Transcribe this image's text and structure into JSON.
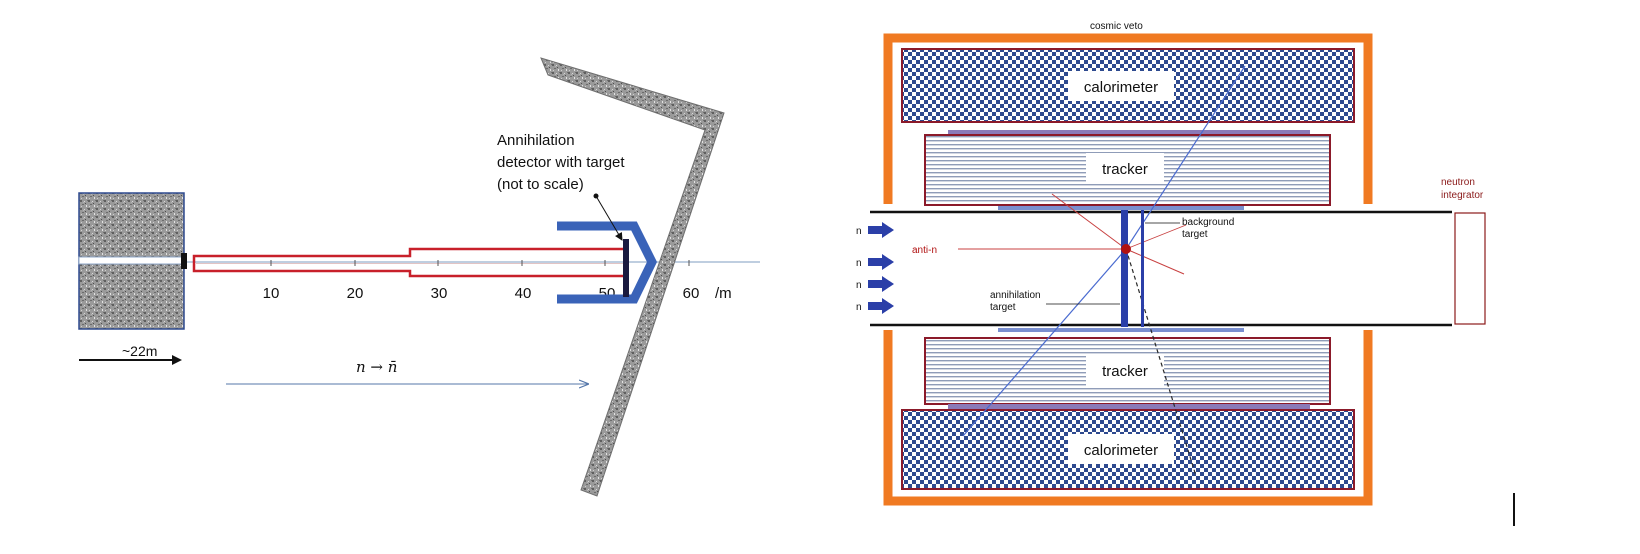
{
  "left_panel": {
    "detector_label": {
      "line1": "Annihilation",
      "line2": "detector with target",
      "line3": "(not to scale)"
    },
    "axis": {
      "ticks": [
        "10",
        "20",
        "30",
        "40",
        "50",
        "60"
      ],
      "unit": "/m"
    },
    "distance_label": "~22m",
    "process_label": "n → n̄"
  },
  "right_panel": {
    "cosmic_veto": "cosmic veto",
    "calorimeter_top": "calorimeter",
    "calorimeter_bottom": "calorimeter",
    "tracker_top": "tracker",
    "tracker_bottom": "tracker",
    "neutron_integrator": {
      "line1": "neutron",
      "line2": "integrator"
    },
    "background_target": {
      "line1": "background",
      "line2": "target"
    },
    "annihilation_target": {
      "line1": "annihilation",
      "line2": "target"
    },
    "anti_n": "anti-n",
    "beam_labels": [
      "n",
      "n",
      "n",
      "n"
    ]
  },
  "colors": {
    "guide_red": "#c8202a",
    "detector_blue": "#3a63b8",
    "veto_orange": "#f07a22",
    "concrete_gray": "#8a8a8a",
    "dark_red_text": "#8b1a1a",
    "beam_arrow_blue": "#2b3fa8"
  }
}
